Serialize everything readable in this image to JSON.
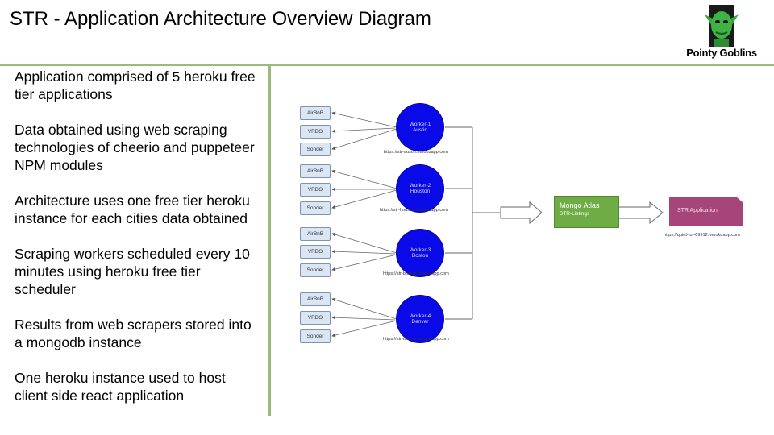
{
  "slide": {
    "title": "STR - Application Architecture Overview Diagram",
    "logo_text": "Pointy Goblins",
    "bullets": [
      "Application comprised of 5 heroku free tier applications",
      "Data obtained using web scraping technologies of cheerio and puppeteer NPM modules",
      "Architecture uses one free tier heroku instance for each cities data obtained",
      "Scraping workers scheduled every 10 minutes using heroku free tier scheduler",
      "Results from web scrapers stored into a mongodb instance",
      "One heroku instance used to host client side react application"
    ]
  },
  "diagram": {
    "sources": [
      "AirBnB",
      "VRBO",
      "Sonder"
    ],
    "workers": [
      {
        "name": "Worker-1",
        "city": "Austin",
        "url": "https://str-austin.herokuapp.com"
      },
      {
        "name": "Worker-2",
        "city": "Houston",
        "url": "https://str-houston.herokuapp.com"
      },
      {
        "name": "Worker-3",
        "city": "Boston",
        "url": "https://str-boston.herokuapp.com"
      },
      {
        "name": "Worker-4",
        "city": "Denver",
        "url": "https://str-denver.herokuapp.com"
      }
    ],
    "mongo": {
      "title": "Mongo Atlas",
      "subtitle": "STR-Listings"
    },
    "app": {
      "title": "STR Application",
      "url": "https://quiet-tor-69912.herokuapp.com"
    }
  },
  "colors": {
    "rule": "#9bbb7a",
    "worker": "#0a0ae8",
    "source": "#dbe6f4",
    "mongo": "#6fac46",
    "app": "#a7457a"
  }
}
